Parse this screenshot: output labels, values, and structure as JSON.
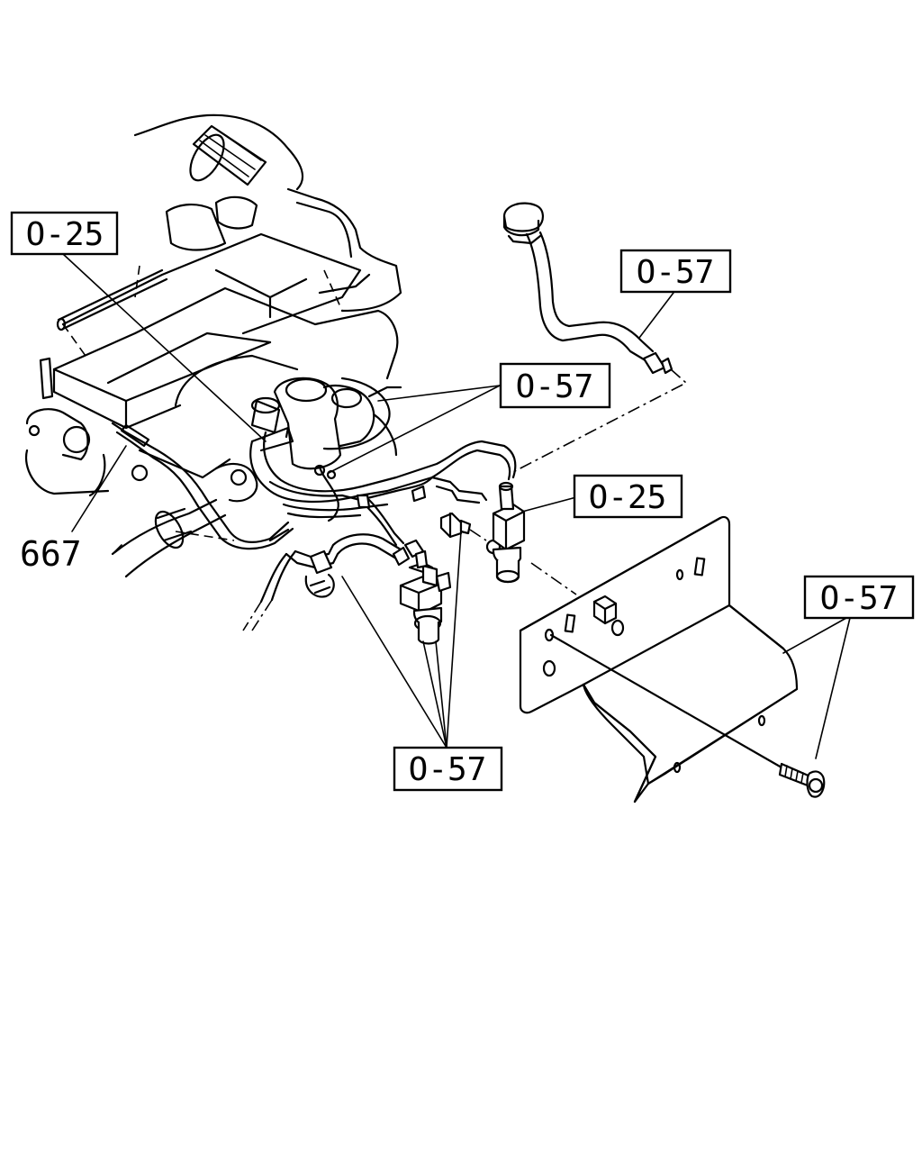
{
  "callouts": {
    "o25_upper": "O-25",
    "o57_top_right": "O-57",
    "o57_middle": "O-57",
    "o25_right": "O-25",
    "o57_right": "O-57",
    "o57_bottom": "O-57"
  },
  "part_number": "667"
}
